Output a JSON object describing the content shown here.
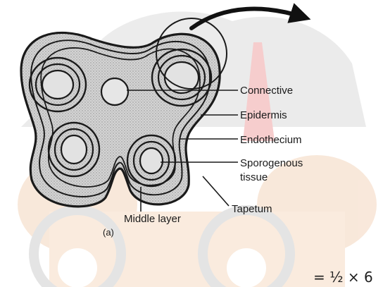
{
  "labels": {
    "connective": "Connective",
    "epidermis": "Epidermis",
    "endothecium": "Endothecium",
    "sporogenous_line1": "Sporogenous",
    "sporogenous_line2": "tissue",
    "tapetum": "Tapetum",
    "middle_layer": "Middle layer",
    "figure_tag": "(a)"
  },
  "footer_formula": "= ½ × 6",
  "colors": {
    "ink": "#1a1a1a",
    "tissue_fill": "#cfcfcf",
    "watermark_orange": "#f3c9a0",
    "watermark_red": "#e58c8c",
    "watermark_grey": "#e3e3e3"
  }
}
